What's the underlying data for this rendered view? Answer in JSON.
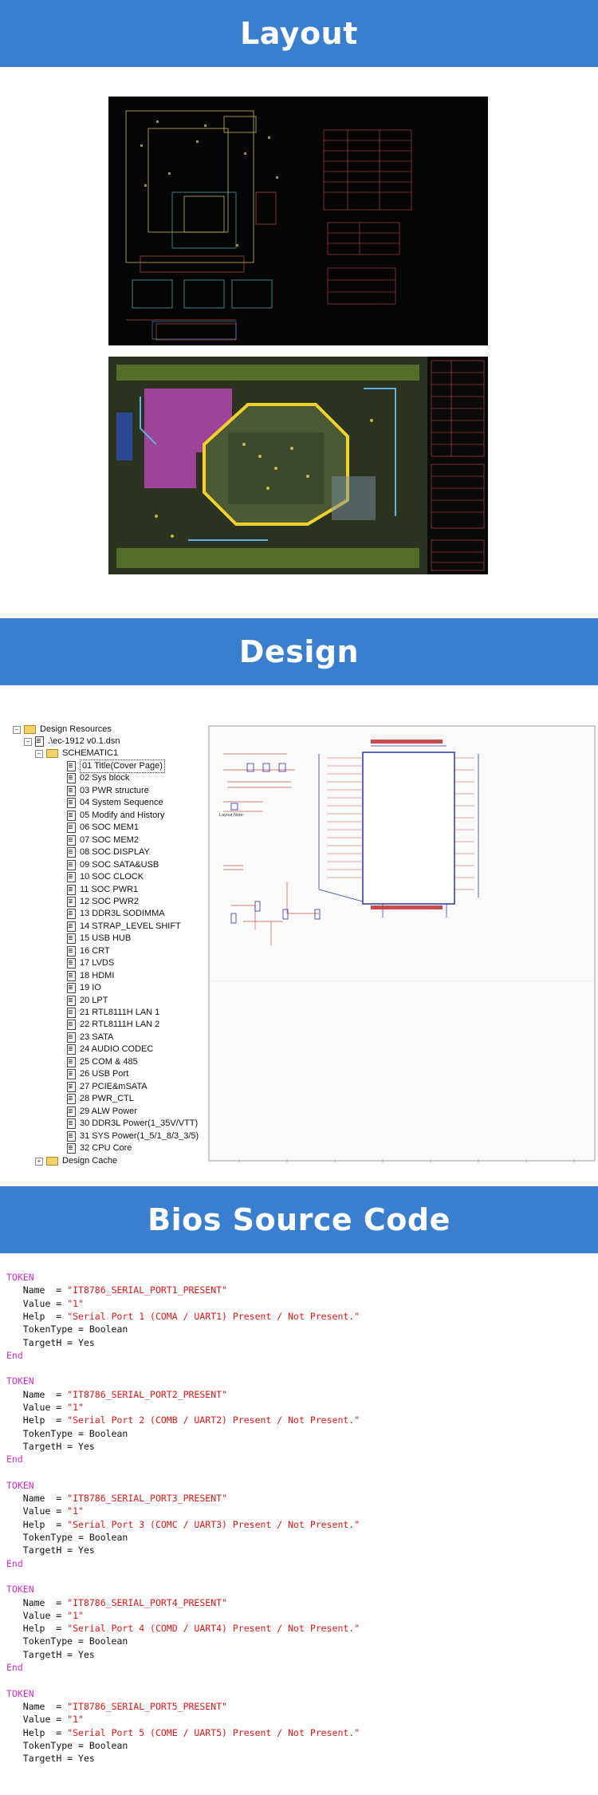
{
  "sections": {
    "layout_title": "Layout",
    "design_title": "Design",
    "bios_title": "Bios Source Code"
  },
  "tree": {
    "root": "Design Resources",
    "dsn": ".\\ec-1912 v0.1.dsn",
    "schematic": "SCHEMATIC1",
    "pages": [
      "01 Title(Cover Page)",
      "02 Sys block",
      "03 PWR structure",
      "04 System Sequence",
      "05 Modify and History",
      "06 SOC MEM1",
      "07 SOC MEM2",
      "08 SOC DISPLAY",
      "09 SOC SATA&USB",
      "10 SOC CLOCK",
      "11 SOC PWR1",
      "12 SOC PWR2",
      "13 DDR3L SODIMMA",
      "14 STRAP_LEVEL SHIFT",
      "15 USB HUB",
      "16 CRT",
      "17 LVDS",
      "18 HDMI",
      "19 IO",
      "20 LPT",
      "21 RTL8111H LAN 1",
      "22 RTL8111H LAN 2",
      "23 SATA",
      "24 AUDIO CODEC",
      "25 COM & 485",
      "26 USB Port",
      "27 PCIE&mSATA",
      "28 PWR_CTL",
      "29 ALW Power",
      "30 DDR3L Power(1_35V/VTT)",
      "31 SYS Power(1_5/1_8/3_3/5)",
      "32 CPU Core"
    ],
    "cache": "Design Cache"
  },
  "schematic_label": "Layout  Note:",
  "code": {
    "tokens": [
      {
        "start": "TOKEN",
        "name_key": "Name",
        "name": "\"IT8786_SERIAL_PORT1_PRESENT\"",
        "value_key": "Value",
        "value": "\"1\"",
        "help_key": "Help",
        "help": "\"Serial Port 1 (COMA / UART1) Present / Not Present.\"",
        "type_line": "TokenType = Boolean",
        "target_line": "TargetH = Yes",
        "end": "End"
      },
      {
        "start": "TOKEN",
        "name_key": "Name",
        "name": "\"IT8786_SERIAL_PORT2_PRESENT\"",
        "value_key": "Value",
        "value": "\"1\"",
        "help_key": "Help",
        "help": "\"Serial Port 2 (COMB / UART2) Present / Not Present.\"",
        "type_line": "TokenType = Boolean",
        "target_line": "TargetH = Yes",
        "end": "End"
      },
      {
        "start": "TOKEN",
        "name_key": "Name",
        "name": "\"IT8786_SERIAL_PORT3_PRESENT\"",
        "value_key": "Value",
        "value": "\"1\"",
        "help_key": "Help",
        "help": "\"Serial Port 3 (COMC / UART3) Present / Not Present.\"",
        "type_line": "TokenType = Boolean",
        "target_line": "TargetH = Yes",
        "end": "End"
      },
      {
        "start": "TOKEN",
        "name_key": "Name",
        "name": "\"IT8786_SERIAL_PORT4_PRESENT\"",
        "value_key": "Value",
        "value": "\"1\"",
        "help_key": "Help",
        "help": "\"Serial Port 4 (COMD / UART4) Present / Not Present.\"",
        "type_line": "TokenType = Boolean",
        "target_line": "TargetH = Yes",
        "end": "End"
      },
      {
        "start": "TOKEN",
        "name_key": "Name",
        "name": "\"IT8786_SERIAL_PORT5_PRESENT\"",
        "value_key": "Value",
        "value": "\"1\"",
        "help_key": "Help",
        "help": "\"Serial Port 5 (COME / UART5) Present / Not Present.\"",
        "type_line": "TokenType = Boolean",
        "target_line": "TargetH = Yes",
        "end": ""
      }
    ]
  },
  "colors": {
    "banner": "#3a7fcf",
    "keyword": "#d52bd0",
    "string": "#e31616",
    "pcb_background": "#040404"
  }
}
